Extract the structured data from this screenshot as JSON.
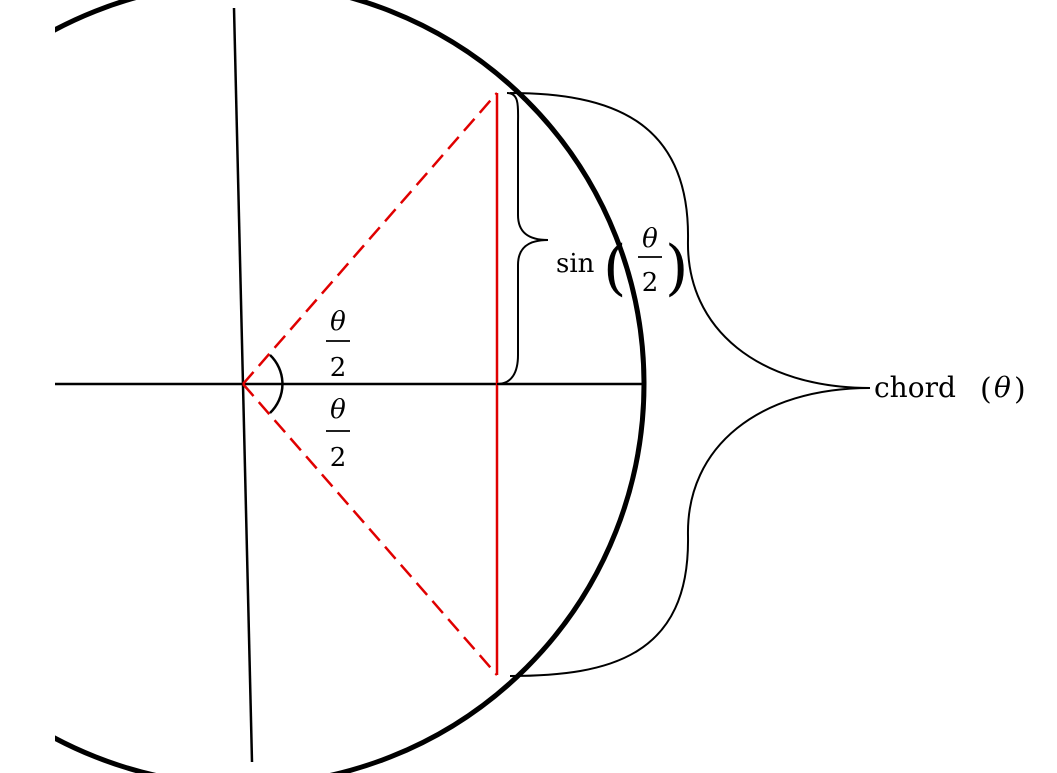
{
  "labels": {
    "sin": "sin",
    "chord": "chord",
    "theta": "θ",
    "two": "2",
    "lparen": "(",
    "rparen": ")"
  },
  "colors": {
    "stroke": "#000000",
    "highlight": "#e00000",
    "background": "#ffffff"
  }
}
